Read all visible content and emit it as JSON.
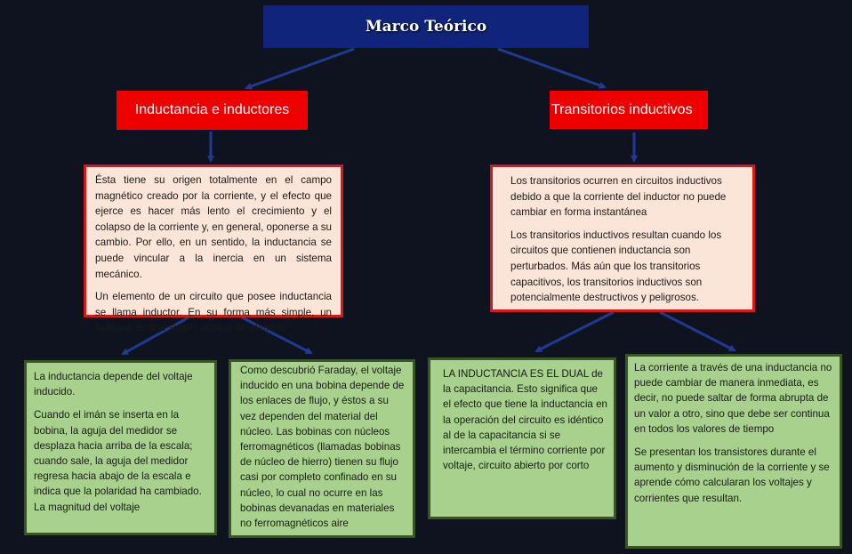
{
  "title": "Marco Teórico",
  "left": {
    "heading": "Inductancia e inductores",
    "description": [
      "Ésta tiene su origen totalmente en el campo magnético creado por la corriente, y el efecto que ejerce es hacer más lento el crecimiento y el colapso de la corriente y, en general, oponerse a su cambio. Por ello, en un sentido, la inductancia se puede vincular a la inercia en un sistema mecánico.",
      "Un elemento de un circuito que posee inductancia se llama inductor. En su forma más simple, un inductor es una simple bobina de alambre"
    ],
    "leaves": [
      {
        "paragraphs": [
          "La inductancia depende del voltaje inducido.",
          "Cuando el imán se inserta en la bobina, la aguja del medidor se desplaza hacia arriba de la escala; cuando sale, la aguja del medidor regresa hacia abajo de la escala e indica que la polaridad ha cambiado. La magnitud del voltaje"
        ]
      },
      {
        "paragraphs": [
          "Como descubrió Faraday, el voltaje inducido en una bobina depende de los enlaces de flujo, y éstos a su vez dependen del material del núcleo. Las bobinas con núcleos ferromagnéticos (llamadas bobinas de núcleo de hierro) tienen su flujo casi por completo confinado en su núcleo, lo cual no ocurre en las bobinas devanadas en materiales no ferromagnéticos aire"
        ]
      }
    ]
  },
  "right": {
    "heading": "Transitorios inductivos",
    "description": [
      "Los transitorios ocurren en circuitos inductivos debido a que la corriente del inductor no puede cambiar en forma instantánea",
      "Los transitorios inductivos resultan cuando los circuitos que contienen inductancia son perturbados. Más aún que los transitorios capacitivos, los transitorios inductivos son potencialmente destructivos y peligrosos."
    ],
    "leaves": [
      {
        "paragraphs": [
          "LA INDUCTANCIA ES EL DUAL de la capacitancia. Esto significa que el efecto que tiene la inductancia en la operación del circuito es idéntico al de la capacitancia si se intercambia el término corriente por voltaje, circuito abierto por corto"
        ]
      },
      {
        "paragraphs": [
          "La corriente a través de una inductancia no puede cambiar de manera inmediata, es decir, no puede saltar de forma abrupta de un valor a otro, sino que debe ser continua en todos los valores de tiempo",
          "Se presentan los transistores durante el aumento y disminución de la corriente y se aprende cómo calcularan los voltajes y corrientes que resultan."
        ]
      }
    ]
  },
  "colors": {
    "background": "#0f1320",
    "title_fill": "#10247c",
    "heading_fill": "#ee0000",
    "description_fill": "#fbe4d8",
    "description_border": "#d81818",
    "leaf_fill": "#a8d18d",
    "leaf_border": "#385623",
    "connector": "#1f3a93"
  }
}
